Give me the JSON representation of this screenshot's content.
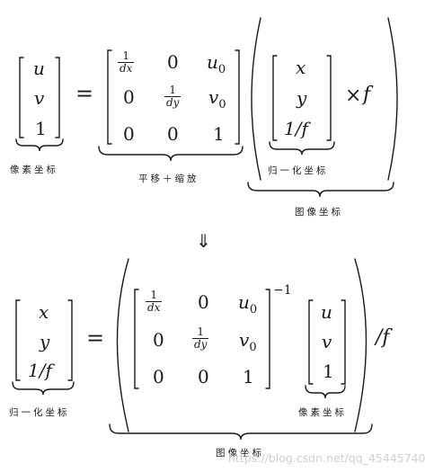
{
  "equation1": {
    "lhs": [
      "u",
      "v",
      "1"
    ],
    "lhs_caption": "像素坐标",
    "equals": "=",
    "matrix": {
      "r1": {
        "num": "1",
        "den": "dx",
        "c2": "0",
        "c3": "u",
        "c3_sub": "0"
      },
      "r2": {
        "c1": "0",
        "num": "1",
        "den": "dy",
        "c3": "v",
        "c3_sub": "0"
      },
      "r3": {
        "c1": "0",
        "c2": "0",
        "c3": "1"
      }
    },
    "matrix_caption": "平移＋缩放",
    "vector": [
      "x",
      "y",
      "1/f"
    ],
    "vector_caption": "归一化坐标",
    "times": "×",
    "factor": "f",
    "outer_caption": "图像坐标"
  },
  "arrow": "⇓",
  "equation2": {
    "lhs": [
      "x",
      "y",
      "1/f"
    ],
    "lhs_caption": "归一化坐标",
    "equals": "=",
    "matrix": {
      "r1": {
        "num": "1",
        "den": "dx",
        "c2": "0",
        "c3": "u",
        "c3_sub": "0"
      },
      "r2": {
        "c1": "0",
        "num": "1",
        "den": "dy",
        "c3": "v",
        "c3_sub": "0"
      },
      "r3": {
        "c1": "0",
        "c2": "0",
        "c3": "1"
      }
    },
    "inverse": "−1",
    "vector": [
      "u",
      "v",
      "1"
    ],
    "vector_caption": "像素坐标",
    "divide": "/f",
    "outer_caption": "图像坐标"
  },
  "watermark": "https://blog.csdn.net/qq_45445740"
}
